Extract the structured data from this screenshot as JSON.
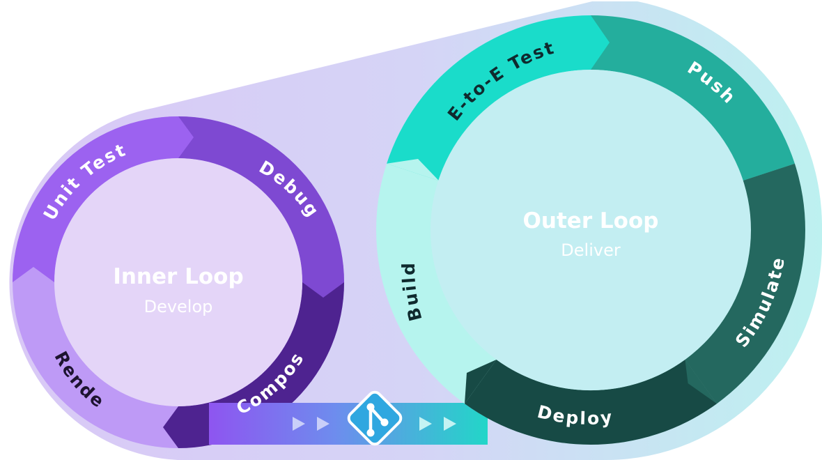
{
  "inner_loop": {
    "title": "Inner Loop",
    "subtitle": "Develop",
    "stages": [
      "Unit Test",
      "Debug",
      "Compose",
      "Render"
    ]
  },
  "outer_loop": {
    "title": "Outer Loop",
    "subtitle": "Deliver",
    "stages": [
      "E-to-E Test",
      "Push",
      "Simulate",
      "Deploy",
      "Build"
    ]
  },
  "connector": {
    "icon": "git-branch-icon"
  },
  "colors": {
    "inner_segments": [
      "#9C62F0",
      "#7E49D2",
      "#4E2390",
      "#BE9AF6"
    ],
    "inner_center": "#E4D5F8",
    "outer_segments": [
      "#1ADCCA",
      "#24AE9D",
      "#24685F",
      "#174A45",
      "#B6F4EE"
    ],
    "outer_center": "#C3EEF2"
  }
}
